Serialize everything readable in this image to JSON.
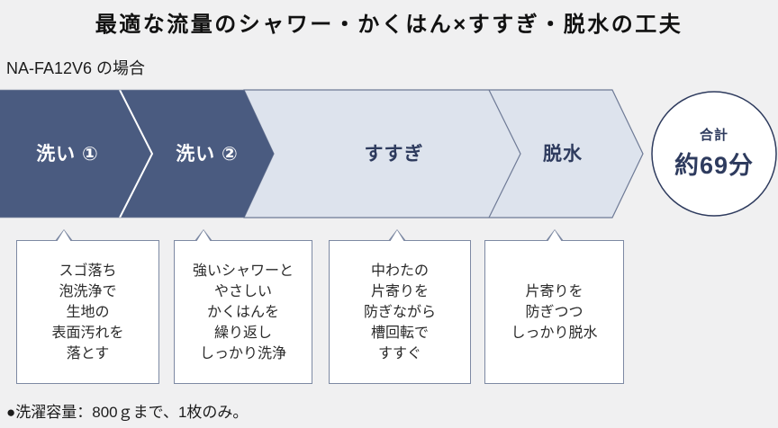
{
  "title": "最適な流量のシャワー・かくはん×すすぎ・脱水の工夫",
  "subtitle": "NA-FA12V6 の場合",
  "flow": {
    "steps": [
      {
        "label": "洗い ①",
        "type": "dark",
        "description": "スゴ落ち\n泡洗浄で\n生地の\n表面汚れを\n落とす"
      },
      {
        "label": "洗い ②",
        "type": "dark",
        "description": "強いシャワーと\nやさしい\nかくはんを\n繰り返し\nしっかり洗浄"
      },
      {
        "label": "すすぎ",
        "type": "light",
        "description": "中わたの\n片寄りを\n防ぎながら\n槽回転で\nすすぐ"
      },
      {
        "label": "脱水",
        "type": "light",
        "description": "片寄りを\n防ぎつつ\nしっかり脱水"
      }
    ],
    "total": {
      "label": "合計",
      "value": "約69分"
    }
  },
  "footnote": "●洗濯容量：800ｇまで、1枚のみ。",
  "colors": {
    "background": "#f0f0f1",
    "dark_chevron": "#4a5b80",
    "light_chevron": "#dde3ed",
    "navy_text": "#2e3b5e",
    "band_outline": "#6e7a96",
    "callout_border": "#7d89a3"
  }
}
